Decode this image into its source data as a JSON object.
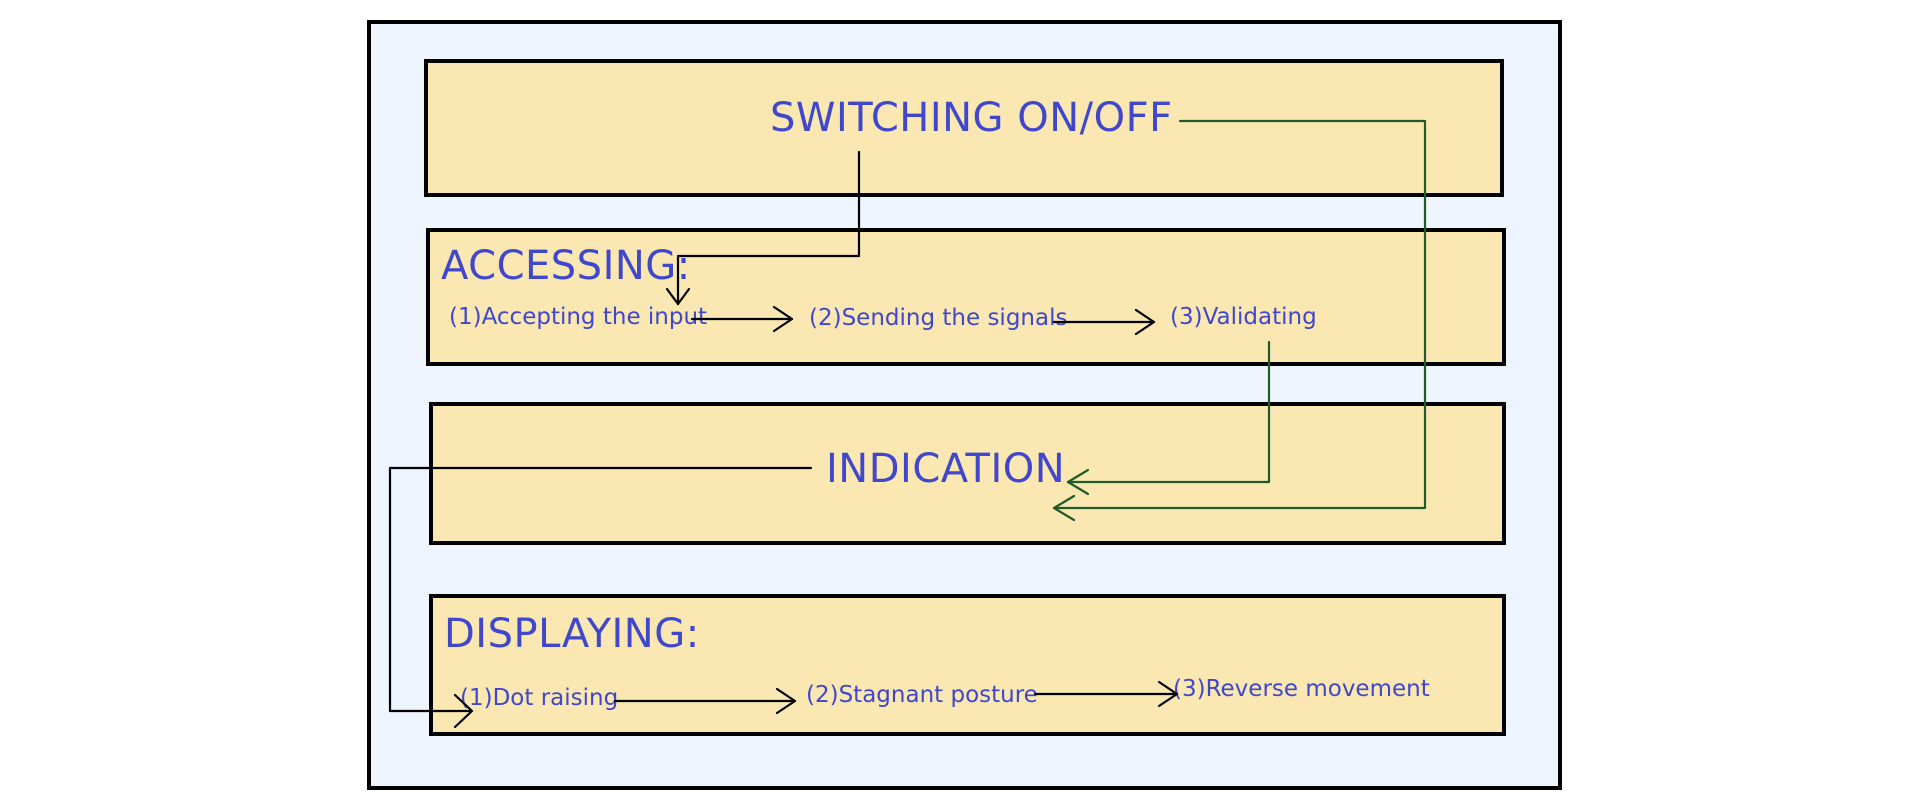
{
  "diagram": {
    "switching": {
      "title": "SWITCHING ON/OFF"
    },
    "accessing": {
      "title": "ACCESSING:",
      "steps": [
        "(1)Accepting the input",
        "(2)Sending the signals",
        "(3)Validating"
      ]
    },
    "indication": {
      "title": "INDICATION"
    },
    "displaying": {
      "title": "DISPLAYING:",
      "steps": [
        "(1)Dot raising",
        "(2)Stagnant posture",
        "(3)Reverse movement"
      ]
    },
    "colors": {
      "background": "#eef5fe",
      "box_fill": "#fbe7b1",
      "text": "#3f48cc",
      "black_connector": "#000000",
      "green_connector": "#1e5a2a"
    }
  }
}
